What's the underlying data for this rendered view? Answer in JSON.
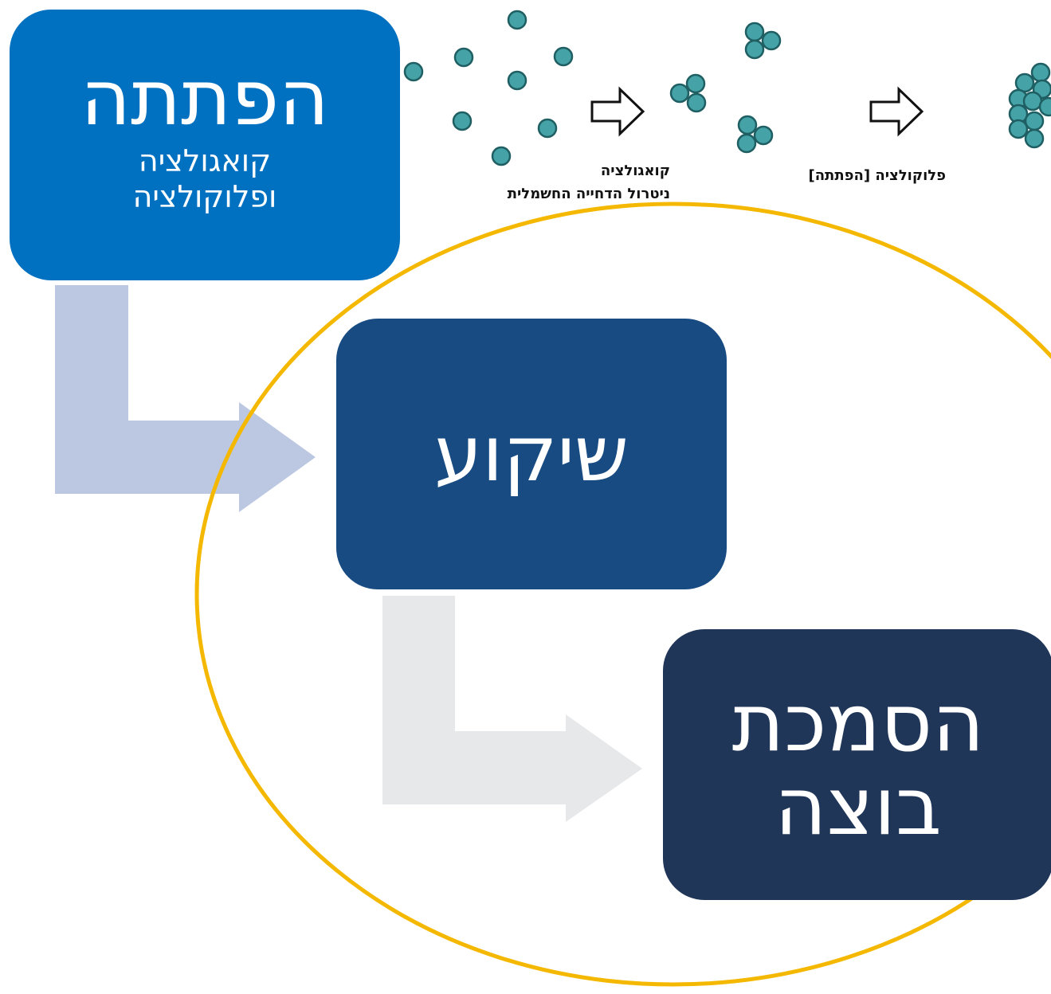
{
  "steps": [
    {
      "title": "הפתתה",
      "subtitle_line1": "קואגולציה",
      "subtitle_line2": "ופלוקולציה",
      "color": "#0070c0"
    },
    {
      "title": "שיקוע",
      "color": "#174b82"
    },
    {
      "title_line1": "הסמכת",
      "title_line2": "בוצה",
      "color": "#203658"
    }
  ],
  "illustration": {
    "stage1_line1": "קואגולציה",
    "stage1_line2": "ניטרול הדחייה החשמלית",
    "stage2": "פלוקולציה [הפתתה]"
  },
  "colors": {
    "arrow1": "#bcc8e2",
    "arrow2": "#e7e8ea",
    "ellipse": "#f5b800",
    "particle": "#45a3a7"
  }
}
